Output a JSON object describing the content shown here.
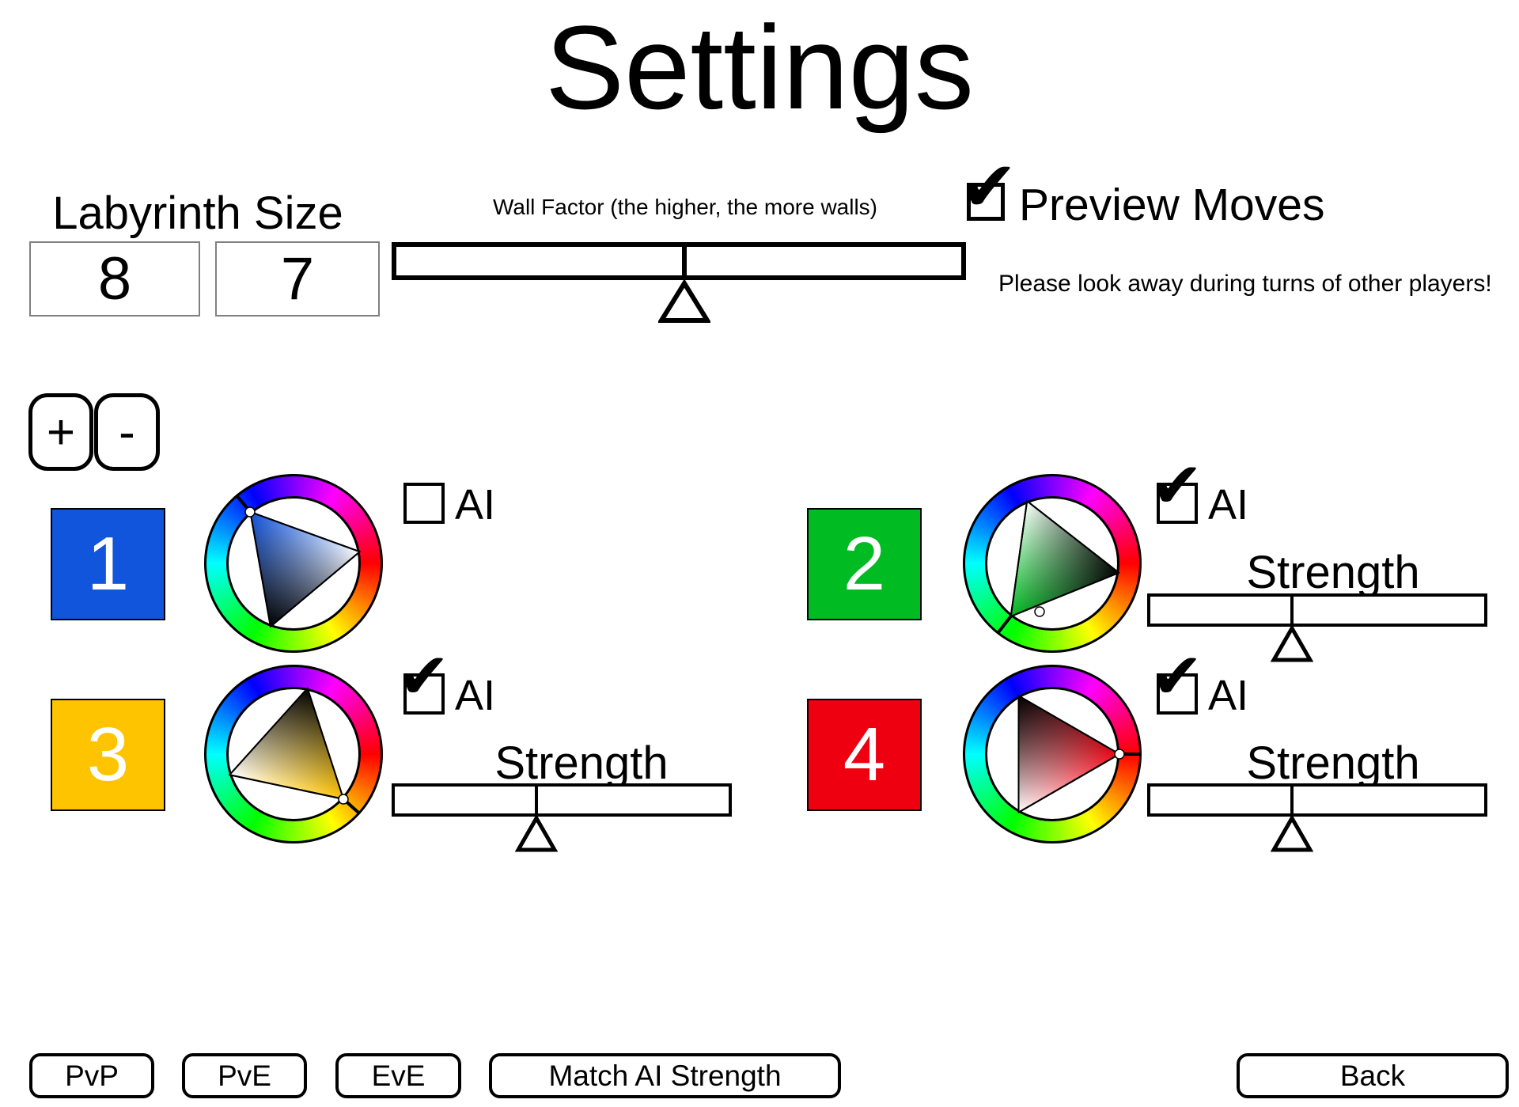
{
  "title": "Settings",
  "labyrinth": {
    "label": "Labyrinth Size",
    "width_value": "8",
    "height_value": "7"
  },
  "wall_factor": {
    "label": "Wall Factor (the higher, the more walls)",
    "fraction": 0.501
  },
  "preview_moves": {
    "label": "Preview Moves",
    "checked": true,
    "warning": "Please look away during turns of other players!"
  },
  "player_controls": {
    "add_label": "+",
    "remove_label": "-"
  },
  "ai_label": "AI",
  "strength_label": "Strength",
  "checkmark_glyph": "✔",
  "players": [
    {
      "number": "1",
      "color": "#1155DD",
      "hue_angle": 130,
      "ai": false,
      "strength": null,
      "selector": [
        58,
        48
      ]
    },
    {
      "number": "2",
      "color": "#00BB22",
      "hue_angle": 232,
      "ai": true,
      "strength": 0.414,
      "selector": [
        97,
        174
      ]
    },
    {
      "number": "3",
      "color": "#FFC400",
      "hue_angle": 318,
      "ai": true,
      "strength": 0.414,
      "selector": [
        176,
        170
      ]
    },
    {
      "number": "4",
      "color": "#EE0011",
      "hue_angle": 0,
      "ai": true,
      "strength": 0.414,
      "selector": [
        198,
        113
      ]
    }
  ],
  "footer_buttons": [
    {
      "id": "pvp",
      "label": "PvP"
    },
    {
      "id": "pve",
      "label": "PvE"
    },
    {
      "id": "eve",
      "label": "EvE"
    },
    {
      "id": "match",
      "label": "Match AI Strength"
    },
    {
      "id": "back",
      "label": "Back"
    }
  ]
}
